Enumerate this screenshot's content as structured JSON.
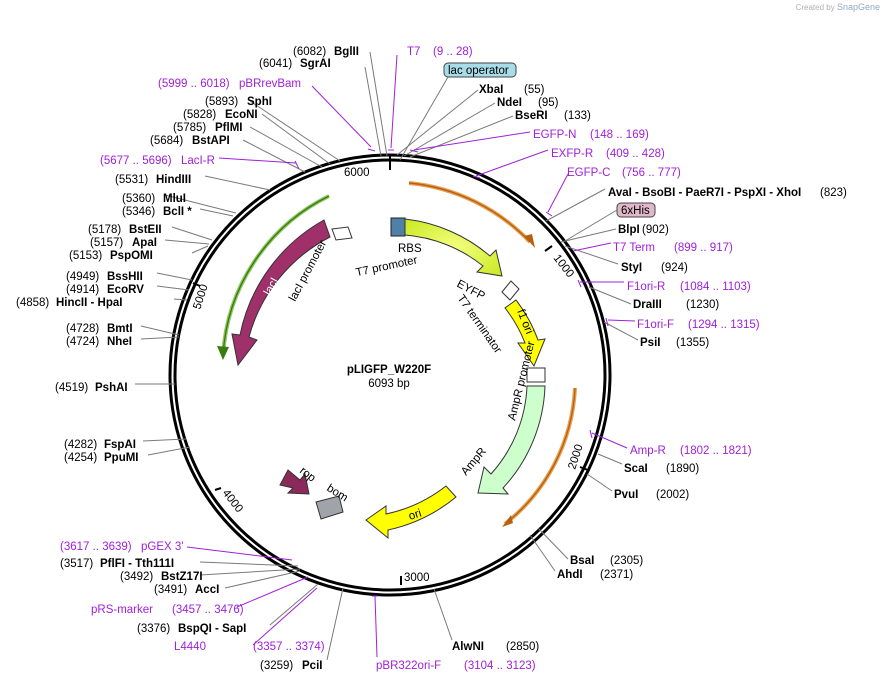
{
  "credit": {
    "prefix": "Created by",
    "brand": "SnapGene"
  },
  "plasmid": {
    "name": "pLIGFP_W220F",
    "size": "6093 bp"
  },
  "ticks": [
    "1000",
    "2000",
    "3000",
    "4000",
    "5000",
    "6000"
  ],
  "enzymes_right": [
    {
      "name": "XbaI",
      "pos": "(55)"
    },
    {
      "name": "NdeI",
      "pos": "(95)"
    },
    {
      "name": "BseRI",
      "pos": "(133)"
    },
    {
      "name": "AvaI  - BsoBI  - PaeR7I  - PspXI  - XhoI",
      "pos": "(823)"
    },
    {
      "name": "BlpI",
      "pos": "(902)"
    },
    {
      "name": "StyI",
      "pos": "(924)"
    },
    {
      "name": "DraIII",
      "pos": "(1230)"
    },
    {
      "name": "PsiI",
      "pos": "(1355)"
    },
    {
      "name": "ScaI",
      "pos": "(1890)"
    },
    {
      "name": "PvuI",
      "pos": "(2002)"
    },
    {
      "name": "BsaI",
      "pos": "(2305)"
    },
    {
      "name": "AhdI",
      "pos": "(2371)"
    },
    {
      "name": "AlwNI",
      "pos": "(2850)"
    }
  ],
  "enzymes_left": [
    {
      "name": "BglII",
      "pos": "(6082)"
    },
    {
      "name": "SgrAI",
      "pos": "(6041)"
    },
    {
      "name": "SphI",
      "pos": "(5893)"
    },
    {
      "name": "EcoNI",
      "pos": "(5828)"
    },
    {
      "name": "PflMI",
      "pos": "(5785)"
    },
    {
      "name": "BstAPI",
      "pos": "(5684)"
    },
    {
      "name": "HindIII",
      "pos": "(5531)"
    },
    {
      "name": "MluI",
      "pos": "(5360)"
    },
    {
      "name": "BclI *",
      "pos": "(5346)"
    },
    {
      "name": "BstEII",
      "pos": "(5178)"
    },
    {
      "name": "ApaI",
      "pos": "(5157)"
    },
    {
      "name": "PspOMI",
      "pos": "(5153)"
    },
    {
      "name": "BssHII",
      "pos": "(4949)"
    },
    {
      "name": "EcoRV",
      "pos": "(4914)"
    },
    {
      "name": "HincII  - HpaI",
      "pos": "(4858)"
    },
    {
      "name": "BmtI",
      "pos": "(4728)"
    },
    {
      "name": "NheI",
      "pos": "(4724)"
    },
    {
      "name": "PshAI",
      "pos": "(4519)"
    },
    {
      "name": "FspAI",
      "pos": "(4282)"
    },
    {
      "name": "PpuMI",
      "pos": "(4254)"
    },
    {
      "name": "PflFI  - Tth111I",
      "pos": "(3517)"
    },
    {
      "name": "BstZ17I",
      "pos": "(3492)"
    },
    {
      "name": "AccI",
      "pos": "(3491)"
    },
    {
      "name": "BspQI  - SapI",
      "pos": "(3376)"
    },
    {
      "name": "PciI",
      "pos": "(3259)"
    }
  ],
  "primers": [
    {
      "name": "T7",
      "range": "(9 .. 28)"
    },
    {
      "name": "EGFP-N",
      "range": "(148 .. 169)"
    },
    {
      "name": "EXFP-R",
      "range": "(409 .. 428)"
    },
    {
      "name": "EGFP-C",
      "range": "(756 .. 777)"
    },
    {
      "name": "T7 Term",
      "range": "(899 .. 917)"
    },
    {
      "name": "F1ori-R",
      "range": "(1084 .. 1103)"
    },
    {
      "name": "F1ori-F",
      "range": "(1294 .. 1315)"
    },
    {
      "name": "Amp-R",
      "range": "(1802 .. 1821)"
    },
    {
      "name": "pBR322ori-F",
      "range": "(3104 .. 3123)"
    },
    {
      "name": "L4440",
      "range": "(3357 .. 3374)"
    },
    {
      "name": "pRS-marker",
      "range": "(3457 .. 3476)"
    },
    {
      "name": "pGEX 3'",
      "range": "(3617 .. 3639)"
    },
    {
      "name": "LacI-R",
      "range": "(5677 .. 5696)"
    },
    {
      "name": "pBRrevBam",
      "range": "(5999 .. 6018)"
    }
  ],
  "boxed_features": {
    "lac_operator": "lac operator",
    "his": "6xHis"
  },
  "features": {
    "rbs": "RBS",
    "t7_promoter": "T7 promoter",
    "eyfp": "EYFP",
    "t7_terminator": "T7 terminator",
    "f1_ori": "f1 ori",
    "ampr_promoter": "AmpR promoter",
    "ampr": "AmpR",
    "ori": "ori",
    "rop": "rop",
    "bom": "bom",
    "laci": "lacI",
    "laci_promoter": "lacI promoter"
  },
  "colors": {
    "eyfp": "#d9ff33",
    "f1ori": "#ffff00",
    "ampr": "#ccffcc",
    "ori": "#ffff00",
    "laci": "#a0306a",
    "rop": "#8a2a5a",
    "bom": "#a0a4a8",
    "primer": "#a020d8",
    "orf_green": "#5a9a20",
    "orf_orange": "#c86a10",
    "lac_operator_box": "#a8dce8",
    "his_box": "#e0b8c8"
  }
}
